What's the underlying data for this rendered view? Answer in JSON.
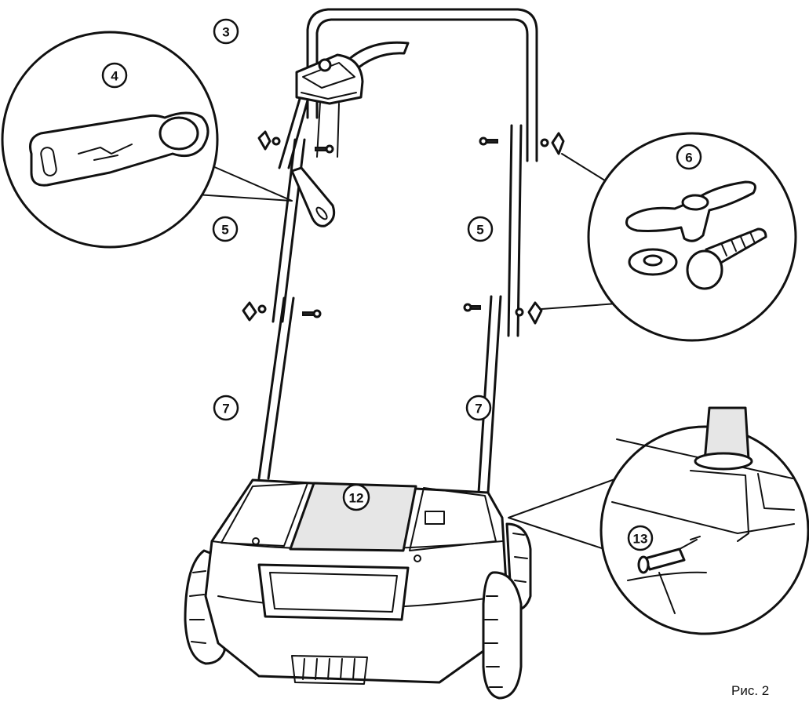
{
  "figure_label": "Рис. 2",
  "part_numbers": {
    "handle_top": "3",
    "cable_clip": "4",
    "upper_left": "5",
    "upper_right": "5",
    "fasteners": "6",
    "lower_left": "7",
    "lower_right": "7",
    "collection_cover": "12",
    "mount_screw": "13"
  },
  "colors": {
    "line": "#111111",
    "background": "#ffffff"
  }
}
